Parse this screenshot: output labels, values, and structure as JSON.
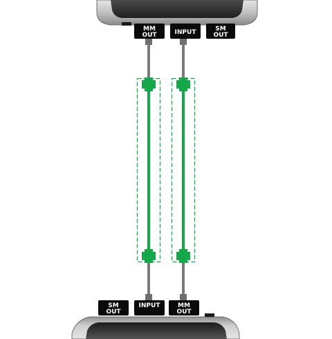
{
  "top_device": {
    "ports": [
      {
        "line1": "MM",
        "line2": "OUT"
      },
      {
        "line1": "INPUT",
        "line2": ""
      },
      {
        "line1": "SM",
        "line2": "OUT"
      }
    ]
  },
  "bottom_device": {
    "ports": [
      {
        "line1": "SM",
        "line2": "OUT"
      },
      {
        "line1": "INPUT",
        "line2": ""
      },
      {
        "line1": "MM",
        "line2": "OUT"
      }
    ]
  },
  "colors": {
    "cable_green": "#14a84a",
    "cable_gray": "#7b7b7b",
    "port_black": "#0a0a0a",
    "device_silver": "#b9b9b9",
    "device_dark": "#2a2a2a"
  }
}
